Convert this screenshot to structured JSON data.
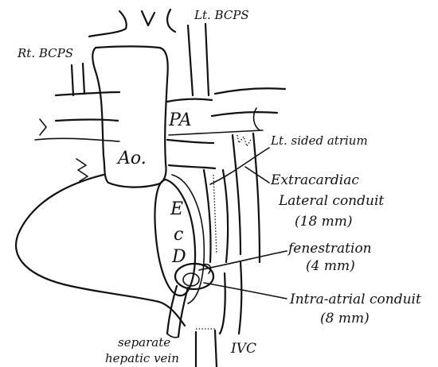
{
  "labels": {
    "rt_bcps": "Rt. BCPS",
    "lt_bcps": "Lt. BCPS",
    "pa": "PA",
    "ao": "Ao.",
    "ecd_e": "E",
    "ecd_c": "c",
    "ecd_d": "D",
    "lt_sided_atrium": "Lt. sided atrium",
    "extracardiac_1": "Extracardiac",
    "extracardiac_2": "Lateral conduit",
    "extracardiac_3": "(18 mm)",
    "fenestration_1": "fenestration",
    "fenestration_2": "(4 mm)",
    "intra_1": "Intra-atrial conduit",
    "intra_2": "(8 mm)",
    "hepatic_1": "separate",
    "hepatic_2": "hepatic vein",
    "ivc": "IVC"
  }
}
